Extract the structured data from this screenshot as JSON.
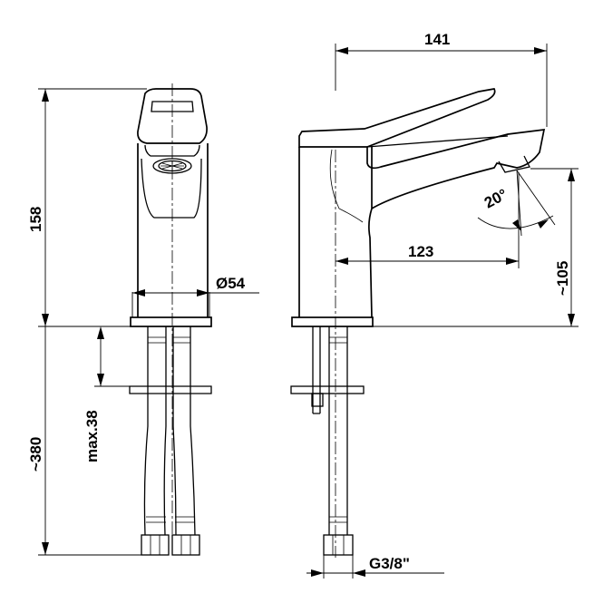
{
  "drawing": {
    "dimensions": {
      "total_length": "141",
      "height": "158",
      "spout_reach": "123",
      "spout_height": "~105",
      "base_diameter": "Ø54",
      "hose_length": "~380",
      "max_counter_thickness": "max.38",
      "connection_thread": "G3/8\"",
      "jet_angle": "20"
    },
    "symbols": {
      "degree": "°"
    }
  }
}
